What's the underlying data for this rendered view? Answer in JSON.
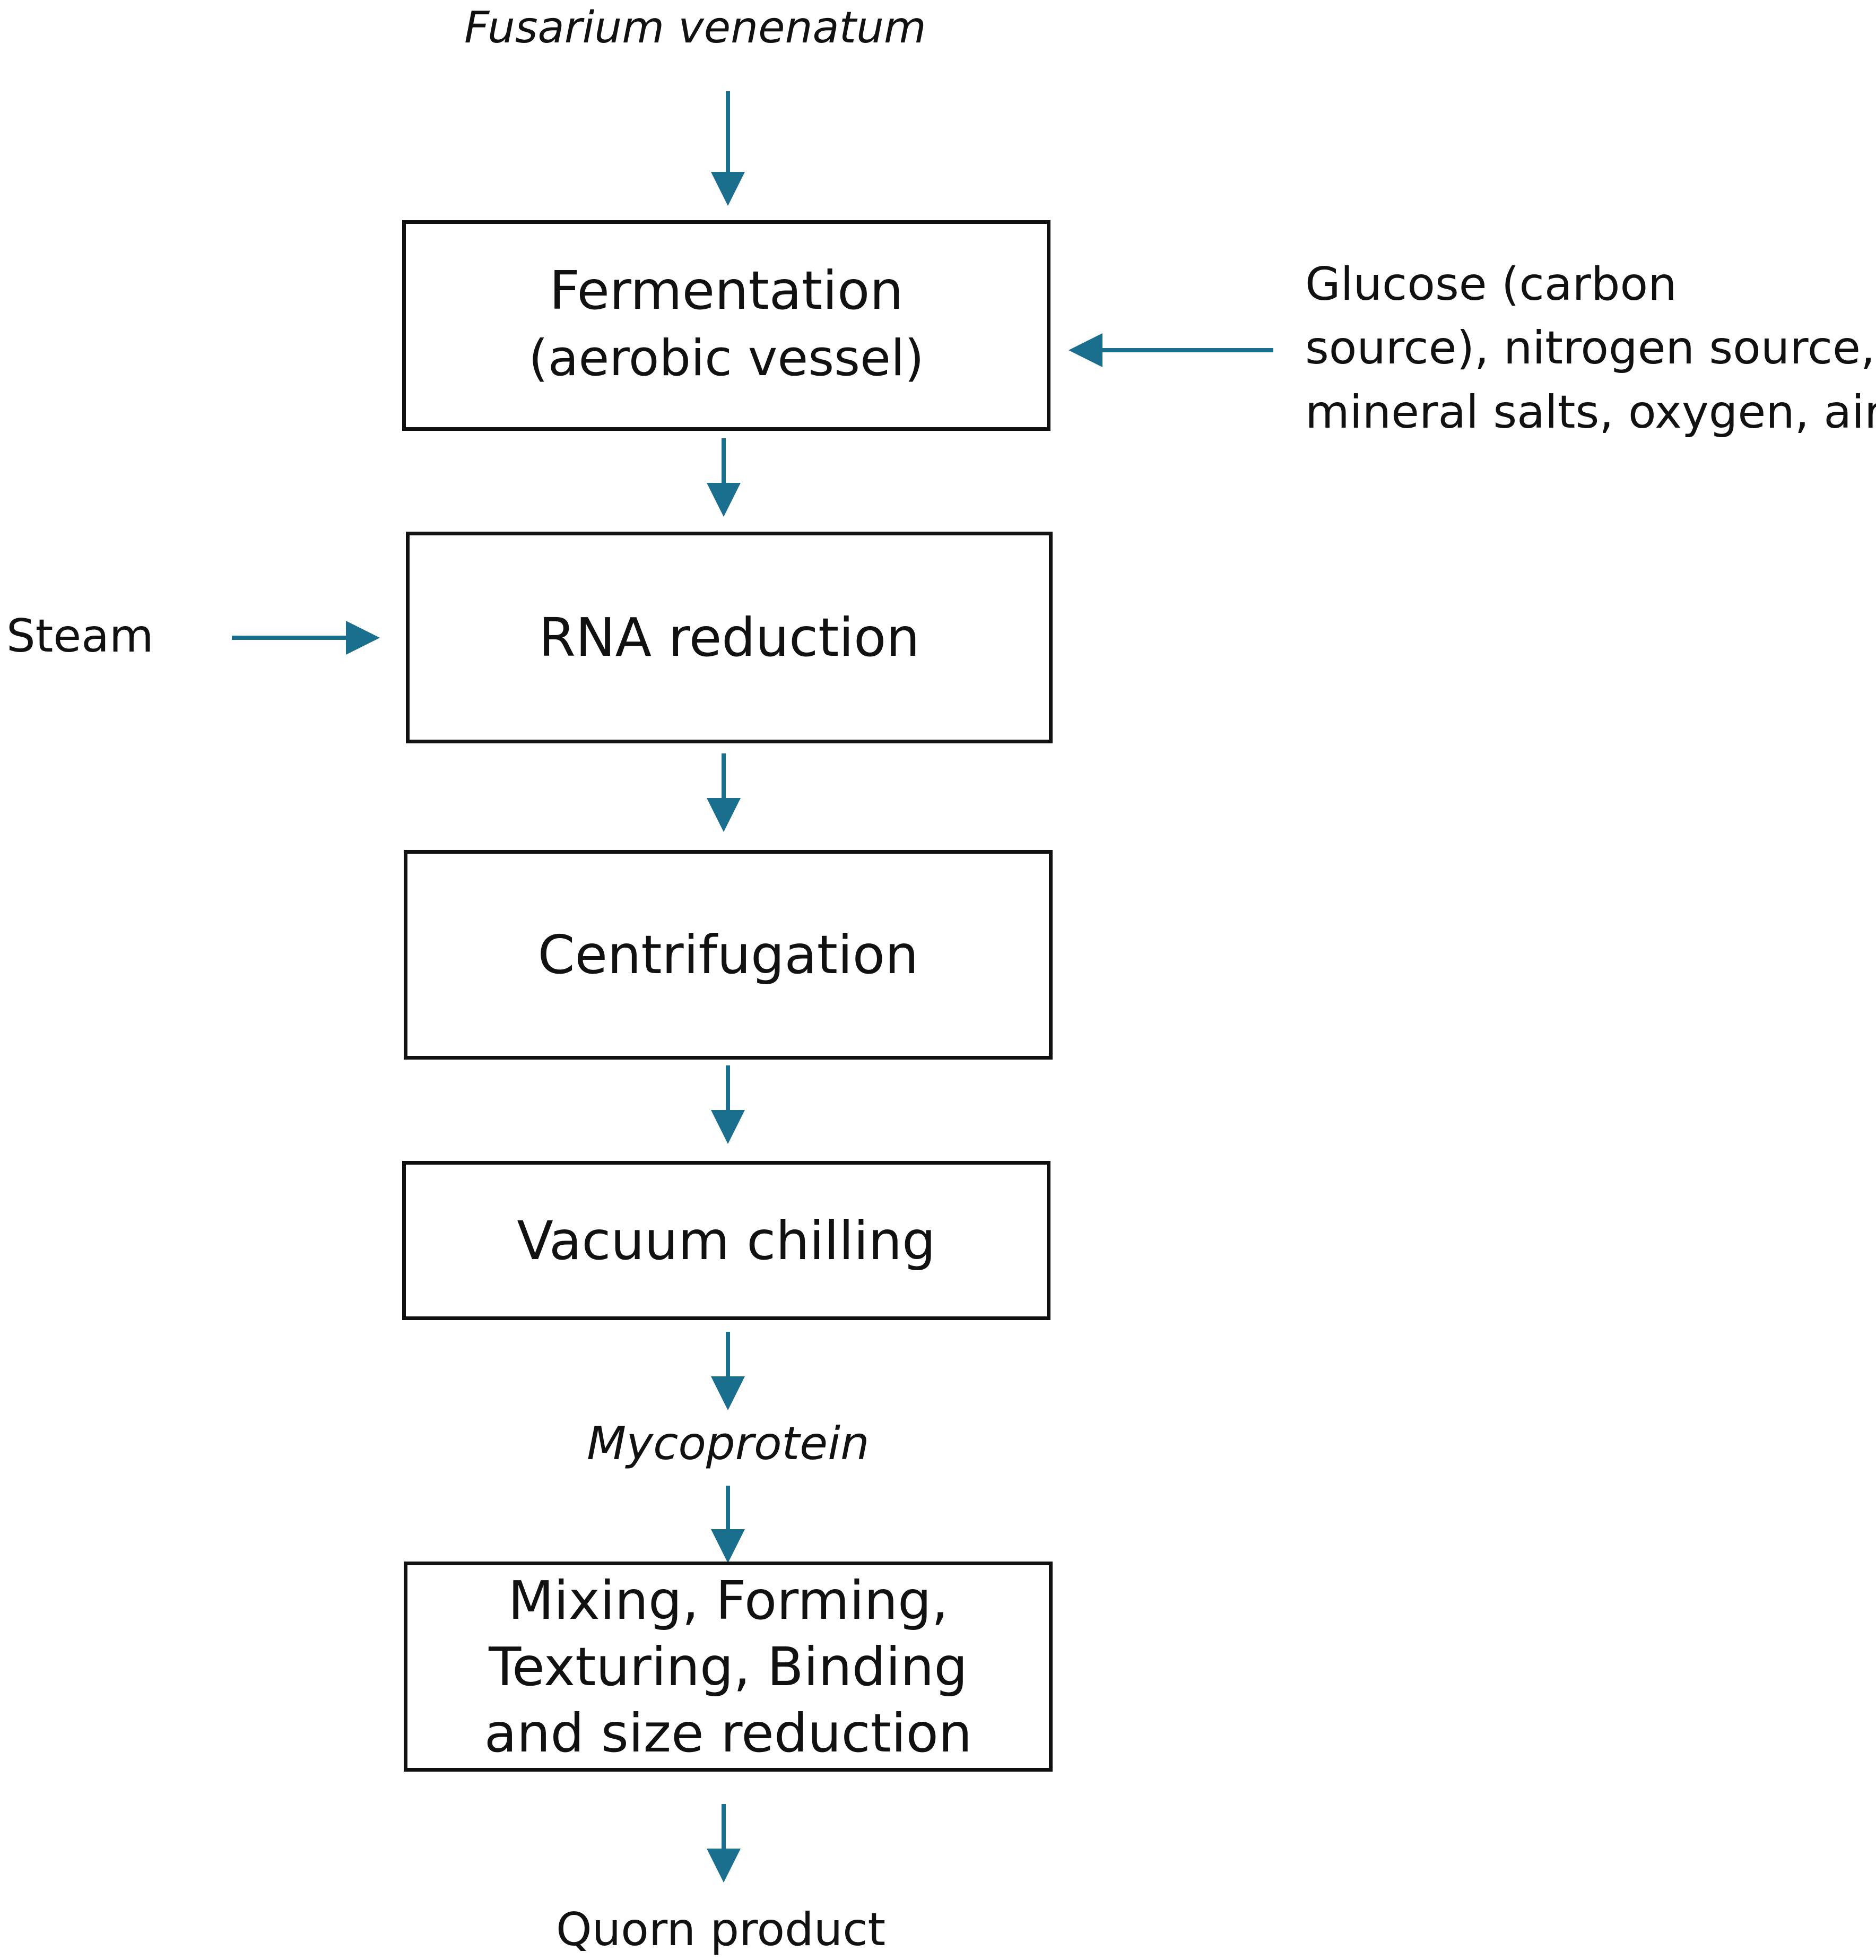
{
  "diagram": {
    "title": "",
    "colors": {
      "arrow": "#1a6f8f",
      "box_border": "#111111",
      "text": "#111111",
      "background": "#ffffff"
    },
    "start_label": "Fusarium venenatum",
    "steps": [
      {
        "label": "Fermentation",
        "sublabel": "(aerobic vessel)"
      },
      {
        "label": "RNA reduction"
      },
      {
        "label": "Centrifugation"
      },
      {
        "label": "Vacuum chilling"
      },
      {
        "label": "Mixing, Forming, Texturing, Binding and size reduction"
      }
    ],
    "inputs": {
      "fermentation": [
        "Glucose (carbon",
        "source), nitrogen source,",
        "mineral salts, oxygen, air"
      ],
      "rna_reduction": "Steam"
    },
    "intermediate_label": "Mycoprotein",
    "end_label": "Quorn product"
  }
}
